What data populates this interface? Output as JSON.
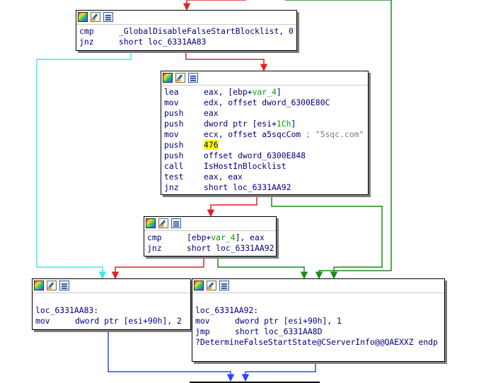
{
  "nodes": {
    "n1": {
      "lines": [
        {
          "mnemonic": "cmp",
          "operands": "_GlobalDisableFalseStartBlocklist, 0"
        },
        {
          "mnemonic": "jnz",
          "operands": "short loc_6331AA83"
        }
      ]
    },
    "n2": {
      "lines": [
        {
          "mnemonic": "lea",
          "operands": "eax, [ebp+",
          "operands_var": "var_4",
          "operands_tail": "]"
        },
        {
          "mnemonic": "mov",
          "operands": "edx, offset dword_6300E80C"
        },
        {
          "mnemonic": "push",
          "operands": "eax"
        },
        {
          "mnemonic": "push",
          "operands": "dword ptr [esi+",
          "operands_var": "1Ch",
          "operands_tail": "]"
        },
        {
          "mnemonic": "mov",
          "operands": "ecx, offset a5sqcCom ",
          "comment": "; \"5sqc.com\""
        },
        {
          "mnemonic": "push",
          "operands": "",
          "highlight": "476"
        },
        {
          "mnemonic": "push",
          "operands": "offset dword_6300E848"
        },
        {
          "mnemonic": "call",
          "operands": "IsHostInBlocklist"
        },
        {
          "mnemonic": "test",
          "operands": "eax, eax"
        },
        {
          "mnemonic": "jnz",
          "operands": "short loc_6331AA92"
        }
      ]
    },
    "n3": {
      "lines": [
        {
          "mnemonic": "cmp",
          "operands": "[ebp+",
          "operands_var": "var_4",
          "operands_tail": "], eax"
        },
        {
          "mnemonic": "jnz",
          "operands": "short loc_6331AA92"
        }
      ]
    },
    "n4": {
      "lines": [
        {
          "label": "loc_6331AA83:"
        },
        {
          "mnemonic": "mov",
          "operands": "dword ptr [esi+90h], 2"
        }
      ]
    },
    "n5": {
      "lines": [
        {
          "label": "loc_6331AA92:"
        },
        {
          "mnemonic": "mov",
          "operands": "dword ptr [esi+90h], 1"
        },
        {
          "mnemonic": "jmp",
          "operands": "short loc_6331AA8D"
        },
        {
          "label": "?DetermineFalseStartState@CServerInfo@@QAEXXZ endp"
        }
      ]
    }
  },
  "colors": {
    "edge_false": "#e02020",
    "edge_true": "#1a8c1a",
    "edge_unconditional": "#3040ff",
    "edge_cyan": "#40e8f0",
    "text": "#000080",
    "highlight": "#ffff00"
  }
}
